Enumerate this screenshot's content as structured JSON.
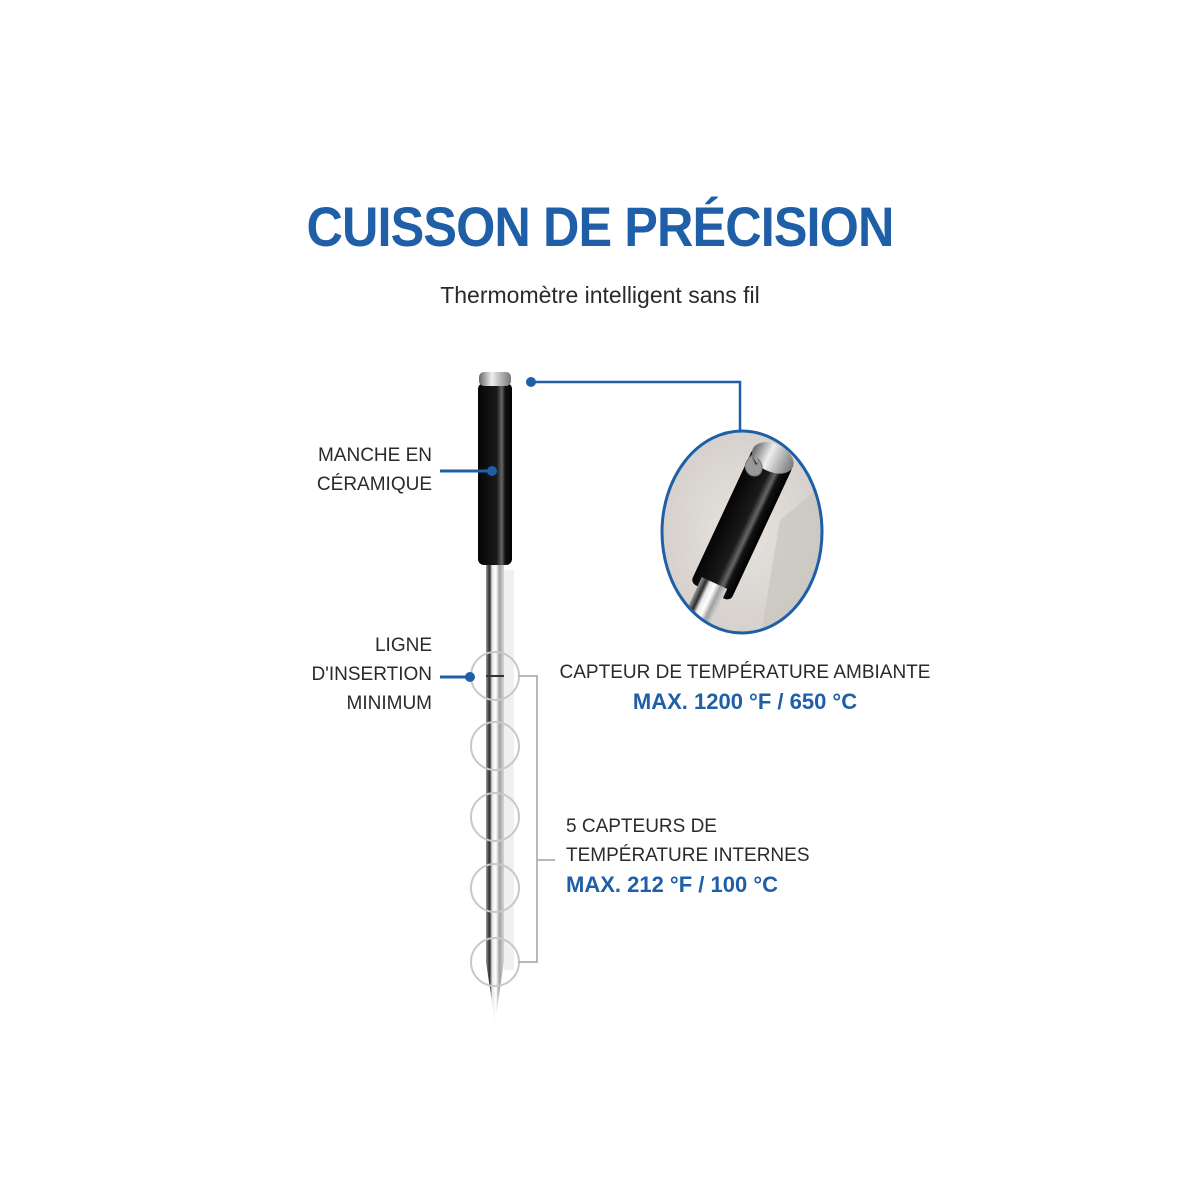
{
  "header": {
    "title": "CUISSON DE PRÉCISION",
    "subtitle": "Thermomètre intelligent sans fil"
  },
  "callouts": {
    "handle": {
      "line1": "MANCHE EN",
      "line2": "CÉRAMIQUE"
    },
    "insertion_line": {
      "line1": "LIGNE",
      "line2": "D'INSERTION",
      "line3": "MINIMUM"
    },
    "ambient_sensor": {
      "label": "CAPTEUR DE TEMPÉRATURE AMBIANTE",
      "max": "MAX. 1200 °F / 650 °C"
    },
    "internal_sensors": {
      "line1": "5 CAPTEURS DE",
      "line2": "TEMPÉRATURE INTERNES",
      "max": "MAX. 212 °F / 100 °C"
    }
  },
  "colors": {
    "accent": "#1f5fa8",
    "text": "#2a2a2a",
    "handle": "#111111",
    "bracket": "#b8b8b8"
  },
  "icons": {
    "probe_tip": "flame-icon"
  }
}
